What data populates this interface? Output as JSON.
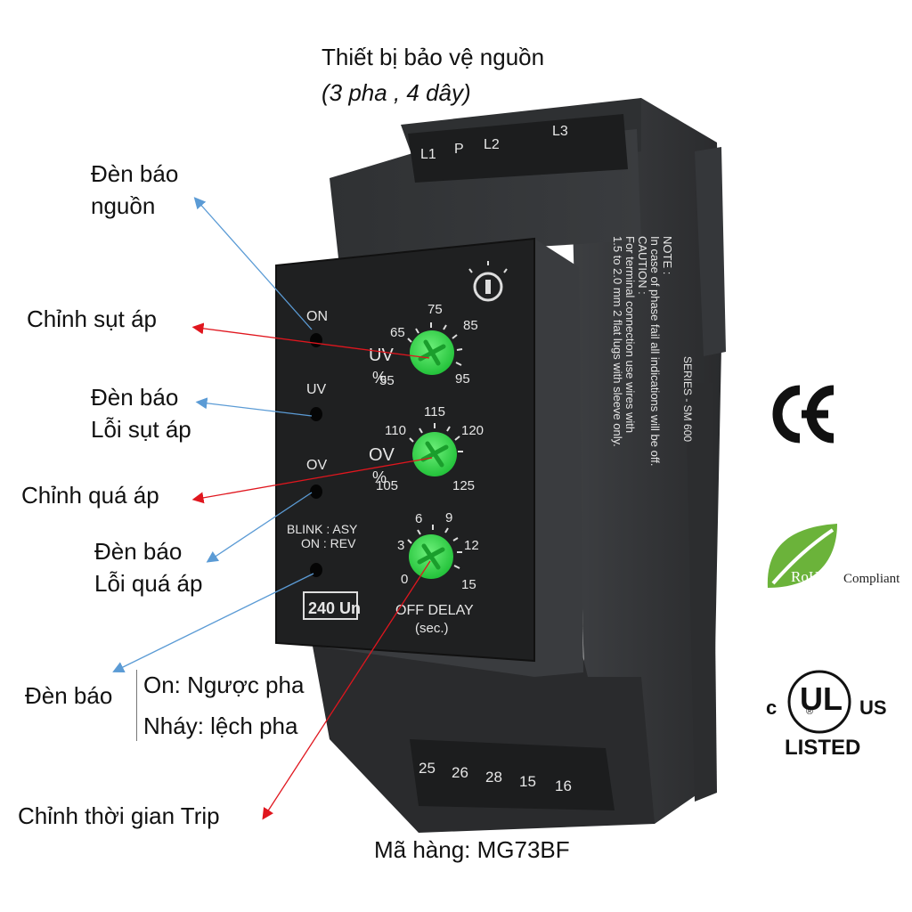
{
  "title": {
    "line1": "Thiết bị bảo vệ nguồn",
    "line2": "(3 pha , 4 dây)"
  },
  "callouts": {
    "power_led": {
      "line1": "Đèn báo",
      "line2": "nguồn"
    },
    "uv_adjust": "Chỉnh sụt áp",
    "uv_led": {
      "line1": "Đèn báo",
      "line2": "Lỗi sụt áp"
    },
    "ov_adjust": "Chỉnh quá áp",
    "ov_led": {
      "line1": "Đèn báo",
      "line2": "Lỗi quá áp"
    },
    "phase_led": {
      "label": "Đèn báo",
      "on": "On: Ngược pha",
      "blink": "Nháy: lệch pha"
    },
    "trip_adjust": "Chỉnh thời gian Trip"
  },
  "model": "Mã hàng: MG73BF",
  "device": {
    "top_terminals": [
      "L1",
      "P",
      "L2",
      "L3"
    ],
    "bottom_terminals": [
      "25",
      "26",
      "28",
      "15",
      "16"
    ],
    "leds": {
      "on": "ON",
      "uv": "UV",
      "ov": "OV",
      "blink1": "BLINK : ASY",
      "blink2": "ON : REV"
    },
    "rating": "240 Un",
    "uv_dial": {
      "label": "UV",
      "unit": "%",
      "scale": [
        "55",
        "65",
        "75",
        "85",
        "95"
      ]
    },
    "ov_dial": {
      "label": "OV",
      "unit": "%",
      "scale": [
        "105",
        "110",
        "115",
        "120",
        "125"
      ]
    },
    "delay_dial": {
      "scale": [
        "0",
        "3",
        "6",
        "9",
        "12",
        "15"
      ],
      "label1": "OFF DELAY",
      "label2": "(sec.)"
    },
    "side_note": [
      "NOTE :",
      "In case of phase fail all indications will be off.",
      "CAUTION :",
      "For terminal connection use wires with",
      "1.5 to 2.0 mm 2 flat lugs with sleeve only."
    ],
    "series": "SERIES - SM 600"
  },
  "certifications": {
    "ce": "CE",
    "rohs": "RoHS",
    "rohs_compliant": "Compliant",
    "ul": {
      "c": "c",
      "ul": "UL",
      "r": "®",
      "us": "US",
      "listed": "LISTED"
    }
  },
  "colors": {
    "device_body": "#2b2d2f",
    "face": "#1e1f20",
    "knob": "#39e04a",
    "arrow_blue": "#5b9bd5",
    "arrow_red": "#e0161e",
    "rohs_green": "#6bb33a"
  }
}
